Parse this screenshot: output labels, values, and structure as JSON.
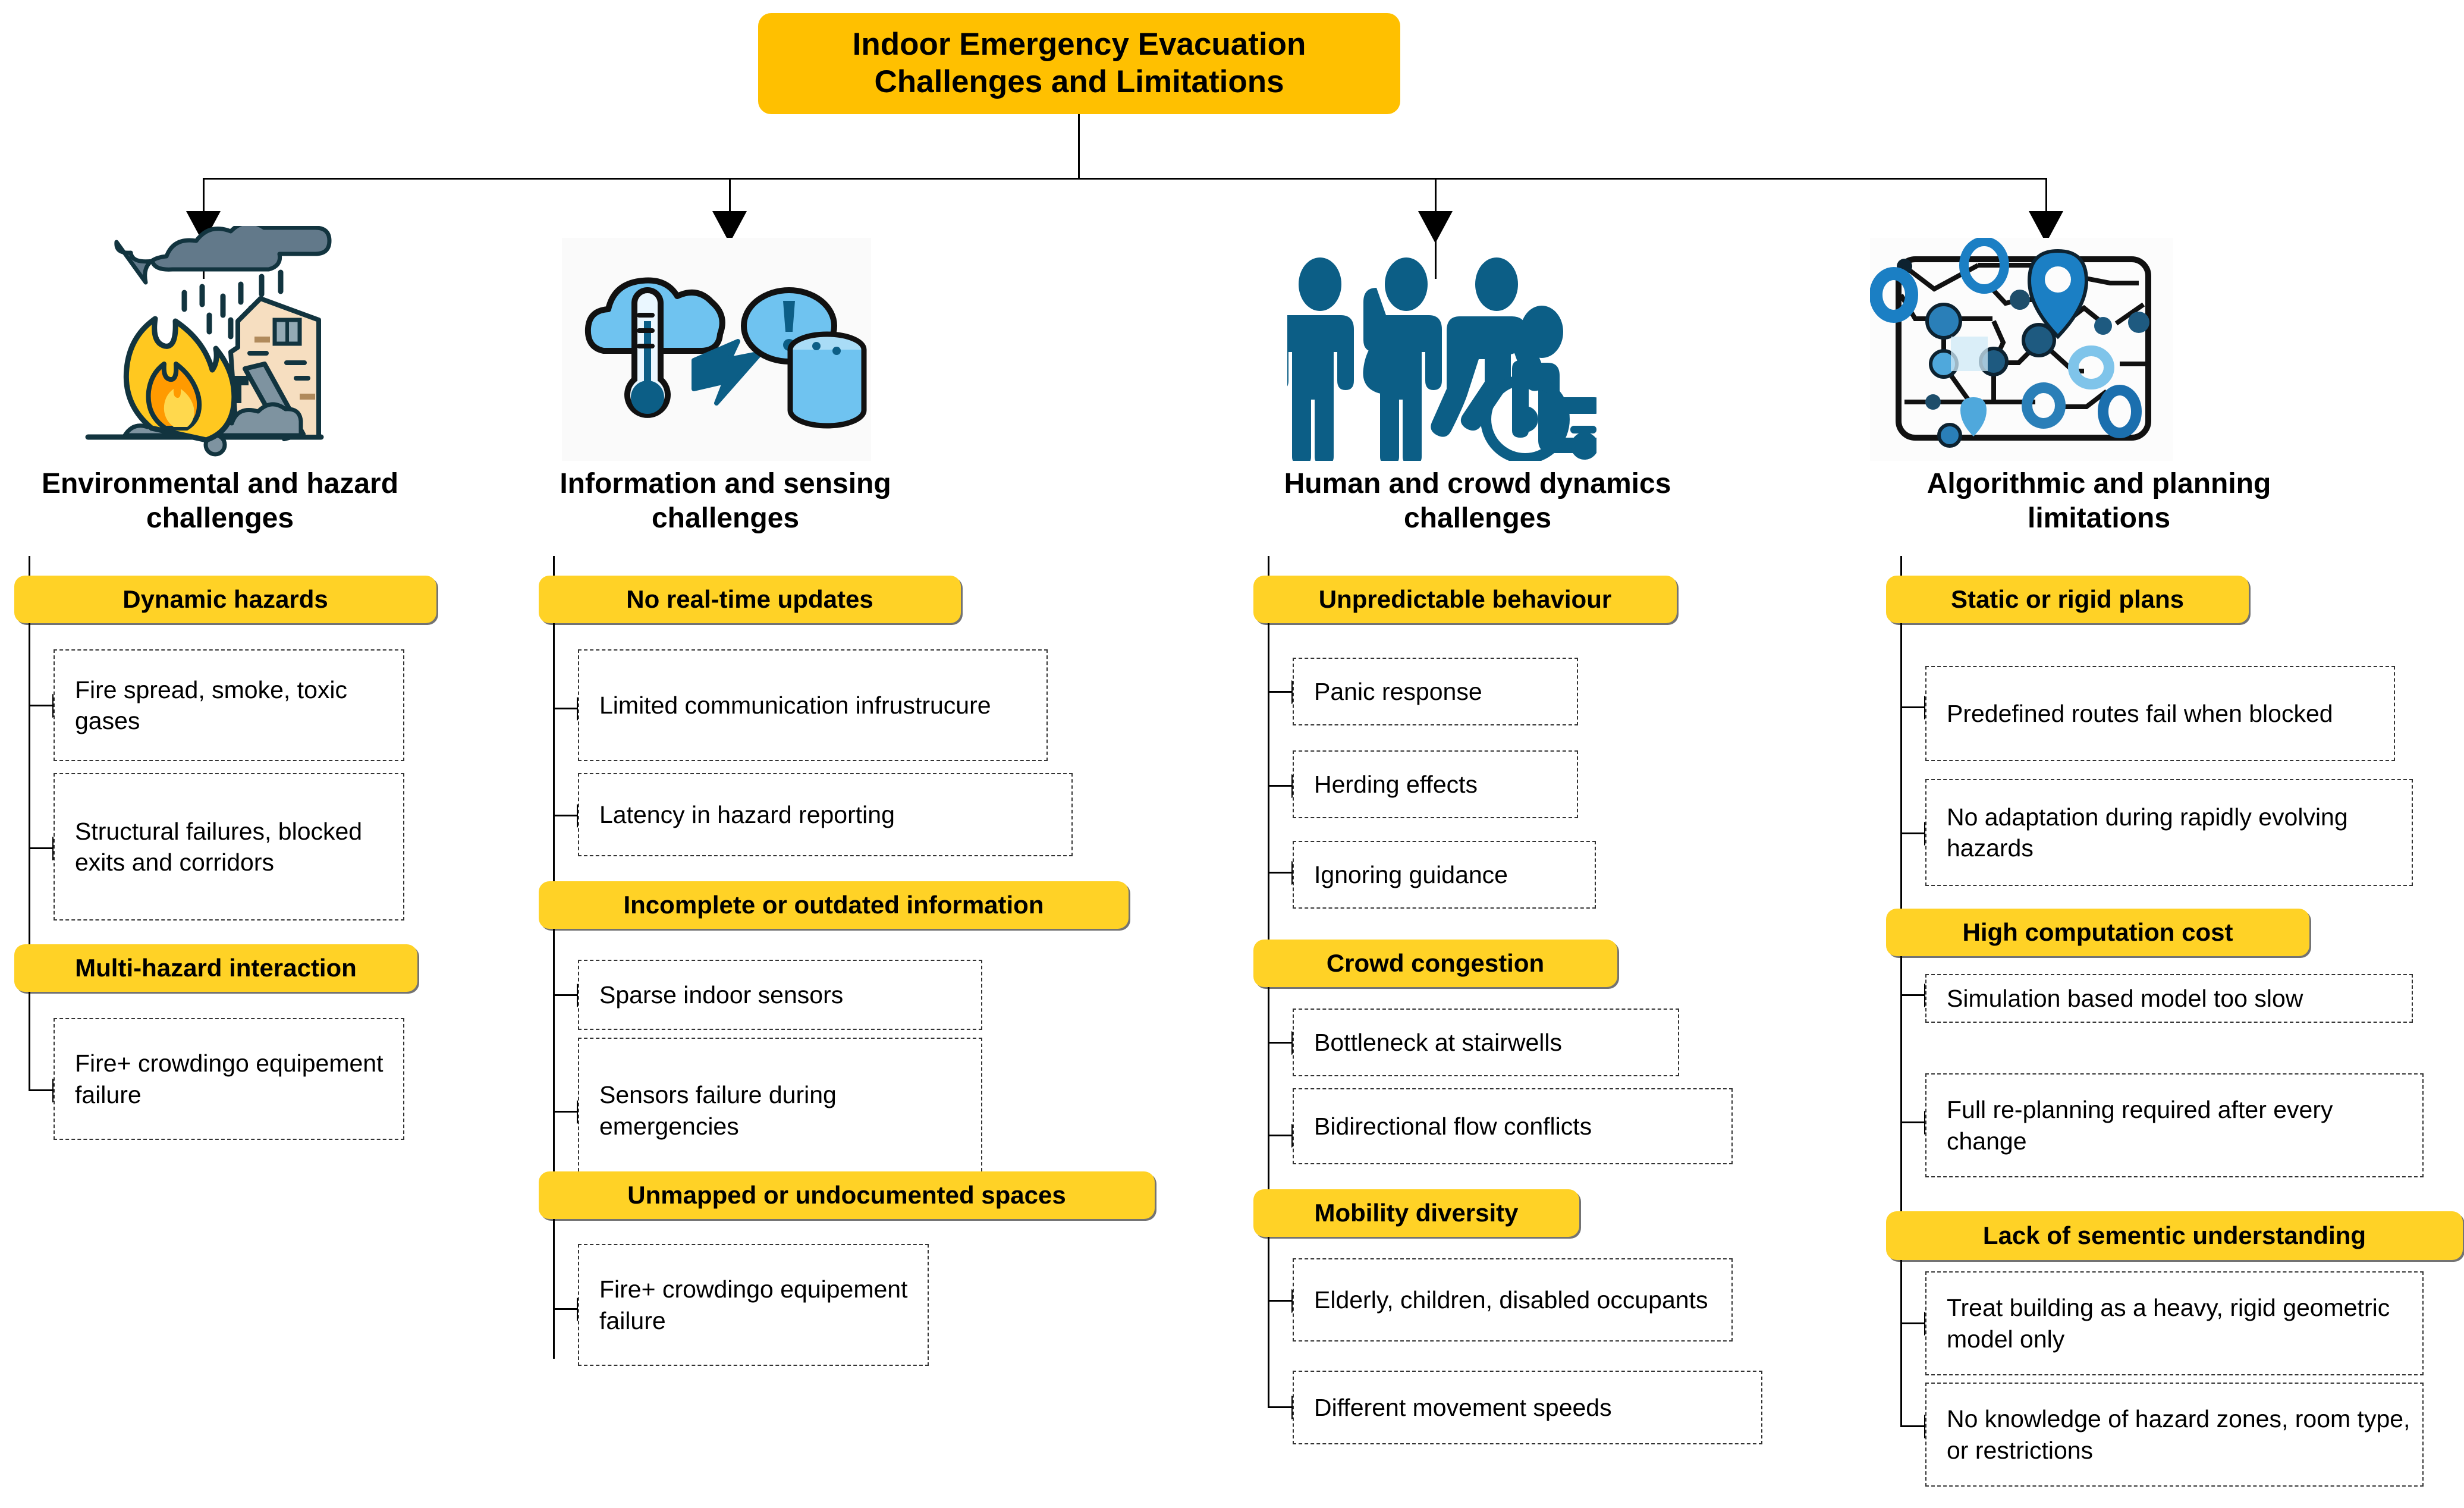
{
  "title": {
    "line1": "Indoor Emergency Evacuation",
    "line2": "Challenges and Limitations",
    "bg_color": "#FFC000"
  },
  "theme": {
    "pill_color": "#FFD226",
    "leaf_border": "#333333",
    "connector_color": "#000000",
    "icon_blue": "#0C5E86",
    "icon_light_blue": "#6FC3F0",
    "icon_flame": "#FFC820",
    "icon_dark": "#12343F"
  },
  "columns": [
    {
      "id": "environmental",
      "icon": "fire-building-hazard-icon",
      "heading_line1": "Environmental and hazard",
      "heading_line2": "challenges",
      "groups": [
        {
          "label": "Dynamic hazards",
          "items": [
            "Fire spread, smoke, toxic gases",
            "Structural failures, blocked exits and corridors"
          ]
        },
        {
          "label": "Multi-hazard interaction",
          "items": [
            "Fire+ crowdingo equipement failure"
          ]
        }
      ]
    },
    {
      "id": "information",
      "icon": "cloud-sensor-data-icon",
      "heading_line1": "Information and sensing",
      "heading_line2": "challenges",
      "groups": [
        {
          "label": "No real-time updates",
          "items": [
            "Limited communication infrustrucure",
            "Latency in hazard reporting"
          ]
        },
        {
          "label": "Incomplete or outdated information",
          "items": [
            "Sparse indoor sensors",
            "Sensors failure during emergencies"
          ]
        },
        {
          "label": "Unmapped or undocumented spaces",
          "items": [
            "Fire+ crowdingo equipement failure"
          ]
        }
      ]
    },
    {
      "id": "human-crowd",
      "icon": "people-wheelchair-crowd-icon",
      "heading_line1": "Human and crowd dynamics",
      "heading_line2": "challenges",
      "groups": [
        {
          "label": "Unpredictable behaviour",
          "items": [
            "Panic response",
            "Herding effects",
            "Ignoring guidance"
          ]
        },
        {
          "label": "Crowd congestion",
          "items": [
            "Bottleneck at stairwells",
            "Bidirectional flow conflicts"
          ]
        },
        {
          "label": "Mobility diversity",
          "items": [
            "Elderly, children, disabled occupants",
            "Different movement speeds"
          ]
        }
      ]
    },
    {
      "id": "algorithmic",
      "icon": "network-route-map-icon",
      "heading_line1": "Algorithmic and planning",
      "heading_line2": "limitations",
      "groups": [
        {
          "label": "Static or rigid plans",
          "items": [
            "Predefined routes fail when blocked",
            "No adaptation during rapidly evolving hazards"
          ]
        },
        {
          "label": "High computation cost",
          "items": [
            "Simulation based model too slow",
            "Full re-planning required after every change"
          ]
        },
        {
          "label": "Lack of sementic understanding",
          "items": [
            "Treat building as a heavy, rigid geometric model only",
            "No knowledge of hazard zones, room type, or restrictions"
          ]
        }
      ]
    }
  ]
}
